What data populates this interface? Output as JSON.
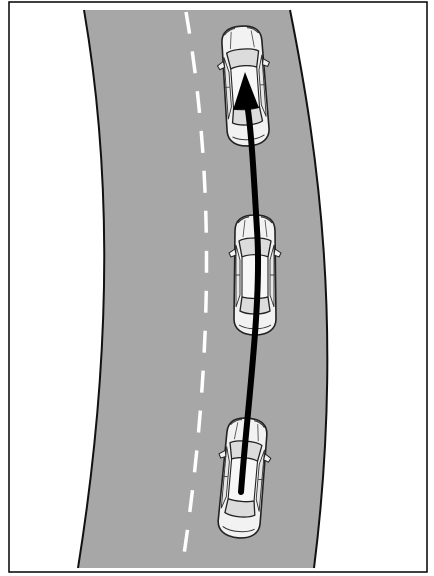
{
  "colors": {
    "background": "#ffffff",
    "frame": "#000000",
    "road": "#a7a7a7",
    "road_edge": "#111111",
    "lane_marking": "#ffffff",
    "car_body": "#f2f2f2",
    "car_glass": "#dcdcdc",
    "car_outline": "#222222",
    "arrow": "#000000"
  },
  "road": {
    "lane_marking_style": "dashed",
    "curve_direction": "left"
  },
  "vehicles": [
    {
      "id": "car-rear",
      "heading": "up"
    },
    {
      "id": "car-middle",
      "heading": "up"
    },
    {
      "id": "car-front",
      "heading": "up"
    }
  ],
  "arrow": {
    "semantic": "travel-direction-arrow",
    "direction": "forward"
  },
  "icons": [
    "car-icon",
    "arrow-icon"
  ]
}
